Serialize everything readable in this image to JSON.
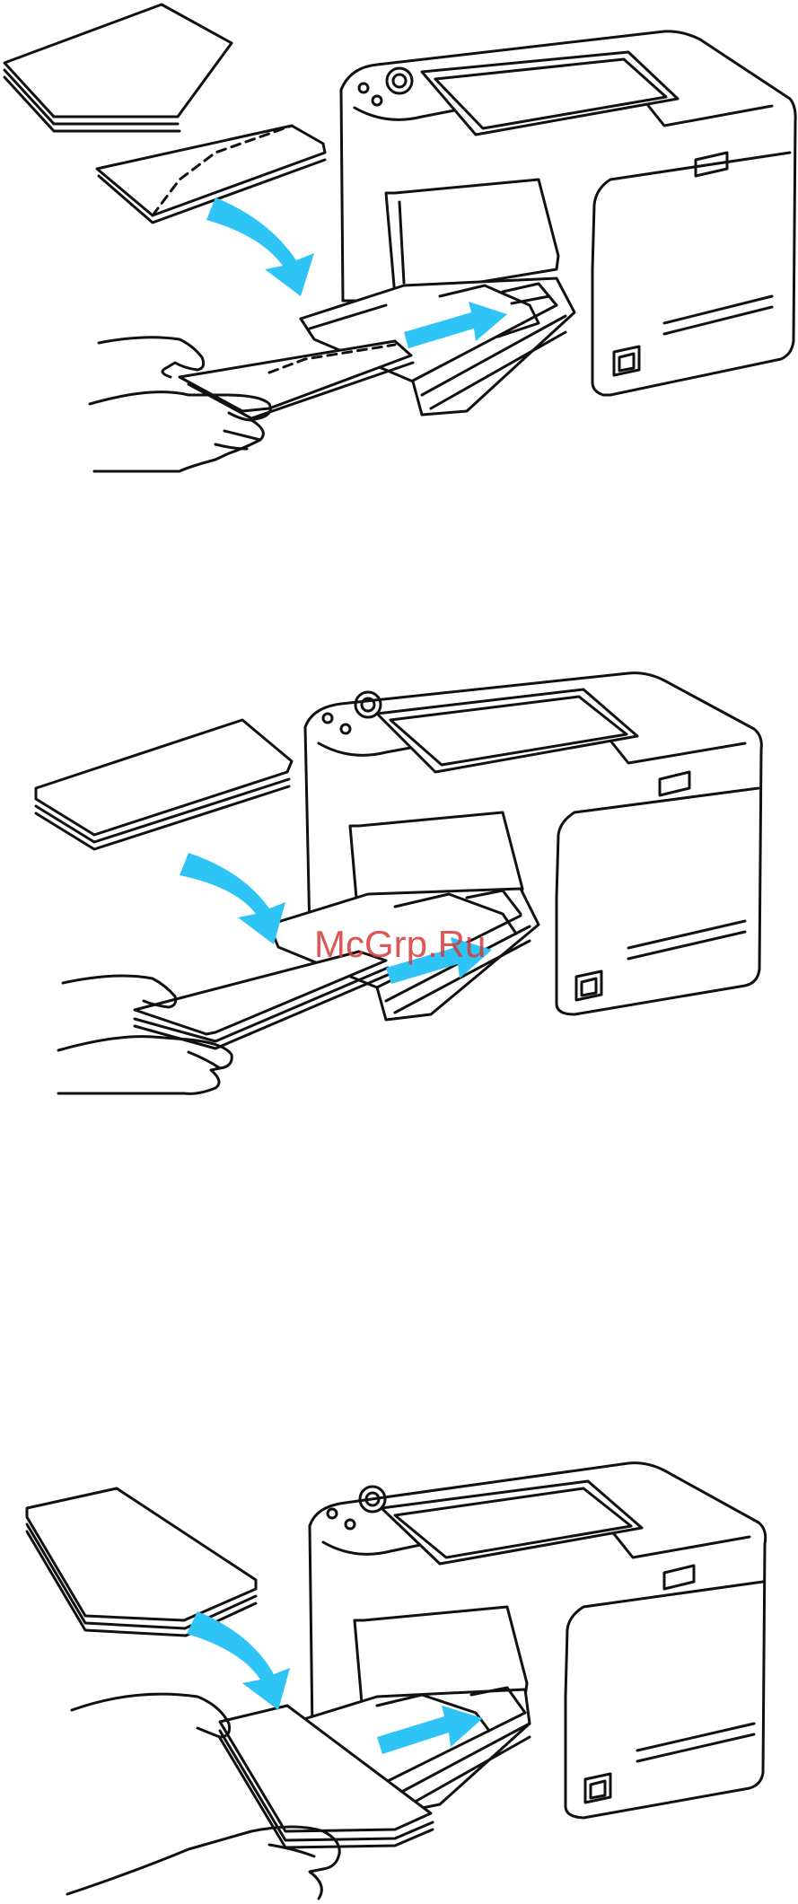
{
  "watermark": {
    "text": "McGrp.Ru",
    "color": "#d83a3a"
  },
  "colors": {
    "arrow": "#2ec4f6",
    "line": "#111111",
    "paper": "#ffffff"
  },
  "figures": [
    {
      "icon": "printer-envelope-short-edge-illustration"
    },
    {
      "icon": "printer-envelope-long-edge-illustration"
    },
    {
      "icon": "printer-envelope-stack-illustration"
    }
  ]
}
